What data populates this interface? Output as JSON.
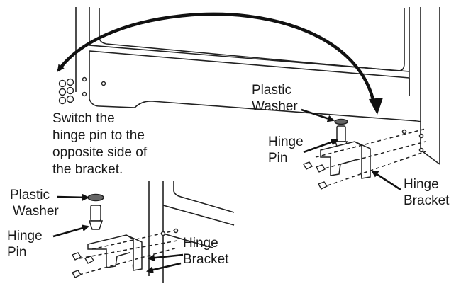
{
  "instruction": [
    "Switch the",
    "hinge pin to the",
    "opposite side of",
    "the bracket."
  ],
  "upper": {
    "plastic_washer": [
      "Plastic",
      "Washer"
    ],
    "hinge_pin": [
      "Hinge",
      "Pin"
    ],
    "hinge_bracket": [
      "Hinge",
      "Bracket"
    ]
  },
  "lower": {
    "plastic_washer": [
      "Plastic",
      "Washer"
    ],
    "hinge_pin": [
      "Hinge",
      "Pin"
    ],
    "hinge_bracket": [
      "Hinge",
      "Bracket"
    ]
  }
}
